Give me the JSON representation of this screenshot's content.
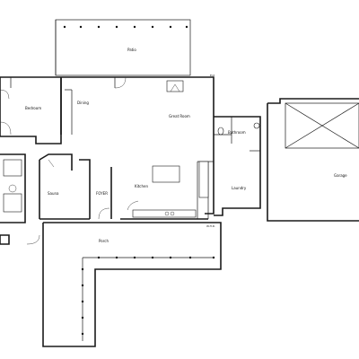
{
  "plan": {
    "rooms": {
      "patio": "Patio",
      "bedroom": "Bedroom",
      "dining": "Dining",
      "great_room": "Great Room",
      "bathroom": "Bathroom",
      "garage": "Garage",
      "sauna": "Sauna",
      "foyer": "FOYER",
      "kitchen": "Kitchen",
      "laundry": "Laundry",
      "porch": "Porch"
    },
    "marks": {
      "top_right": "Ent",
      "porch_corner": "W.H.D."
    }
  }
}
